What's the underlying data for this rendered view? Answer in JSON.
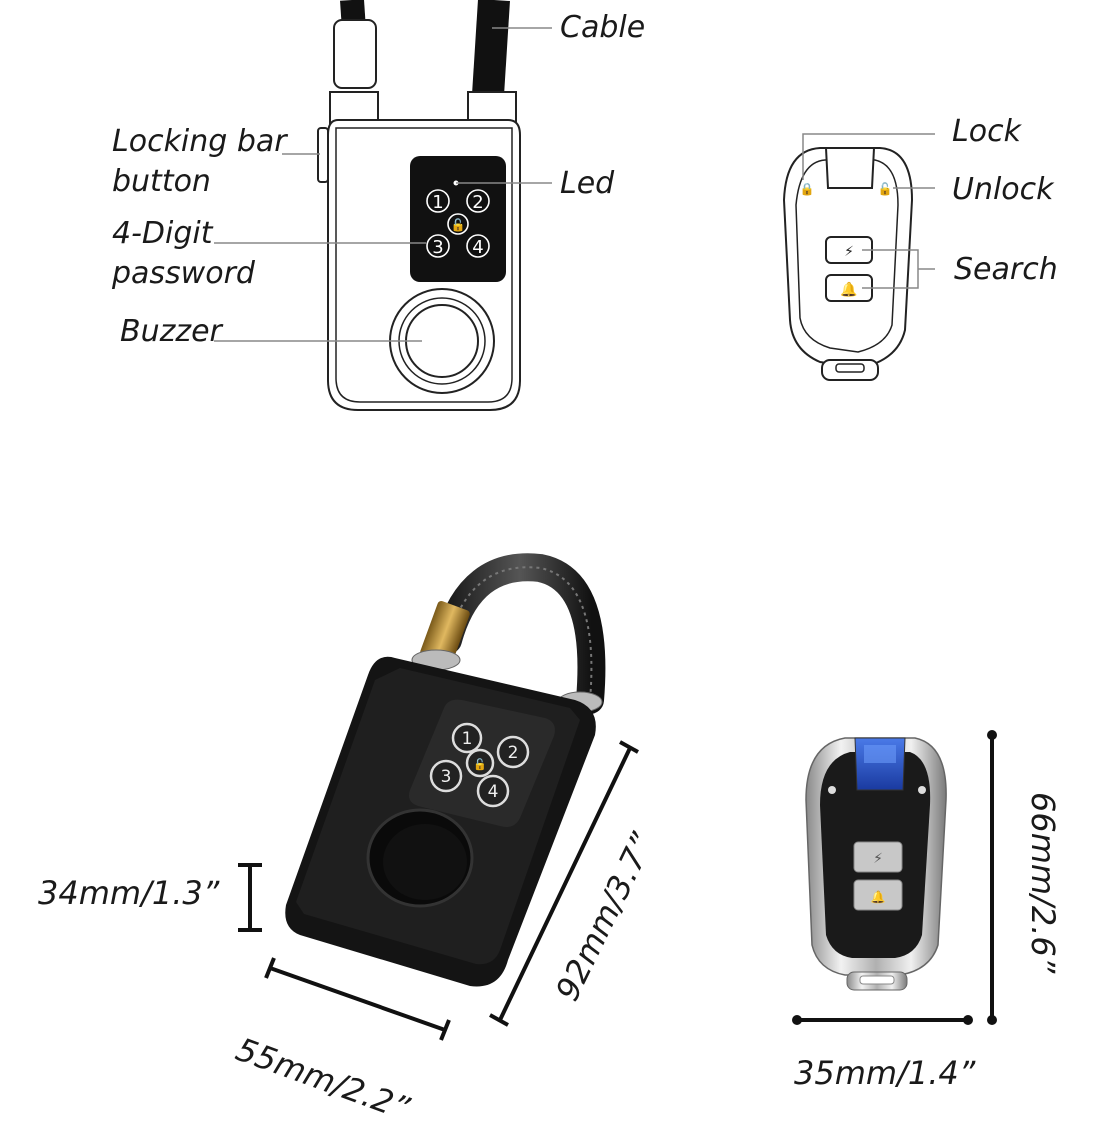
{
  "labels": {
    "cable": "Cable",
    "locking_bar_line1": "Locking bar",
    "locking_bar_line2": "button",
    "led": "Led",
    "password_line1": "4-Digit",
    "password_line2": "password",
    "buzzer": "Buzzer",
    "lock": "Lock",
    "unlock": "Unlock",
    "search": "Search"
  },
  "keypad": [
    "1",
    "2",
    "3",
    "4"
  ],
  "dimensions": {
    "lock_thickness": "34mm/1.3”",
    "lock_width": "55mm/2.2”",
    "lock_height": "92mm/3.7”",
    "remote_height": "66mm/2.6”",
    "remote_width": "35mm/1.4”"
  }
}
